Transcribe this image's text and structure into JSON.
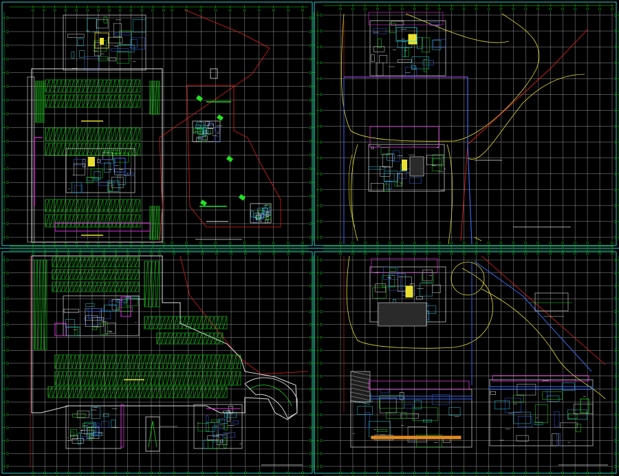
{
  "colors": {
    "background": "#000000",
    "frame": "#2fd0d0",
    "grid": "#22e022",
    "boundary": "#e02020",
    "magenta": "#e030e0",
    "yellow": "#e8e030",
    "blue": "#3a6af0",
    "cyan": "#30d0e0",
    "white": "#e0e0e0",
    "orange": "#e08a20",
    "dim_grid": "#d8d8d8"
  },
  "sheets": [
    {
      "id": "tl",
      "kind": "basement-parking-plan"
    },
    {
      "id": "tr",
      "kind": "site-plan"
    },
    {
      "id": "bl",
      "kind": "basement-parking-plan"
    },
    {
      "id": "br",
      "kind": "site-plan"
    }
  ]
}
